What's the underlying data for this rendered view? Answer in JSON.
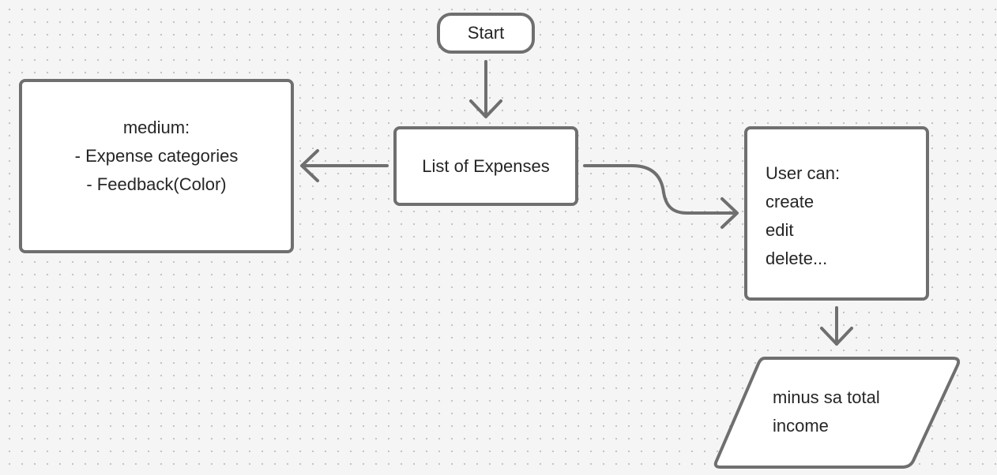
{
  "nodes": {
    "start": {
      "label": "Start"
    },
    "list": {
      "label": "List of Expenses"
    },
    "medium": {
      "lines": [
        "medium:",
        "- Expense categories",
        "- Feedback(Color)"
      ]
    },
    "user": {
      "lines": [
        "User can:",
        "create",
        "edit",
        "delete..."
      ]
    },
    "income": {
      "lines": [
        "minus sa total",
        "income"
      ]
    }
  },
  "colors": {
    "stroke": "#6f6f6f",
    "fill": "#ffffff",
    "background": "#f5f5f5",
    "text": "#262626"
  }
}
